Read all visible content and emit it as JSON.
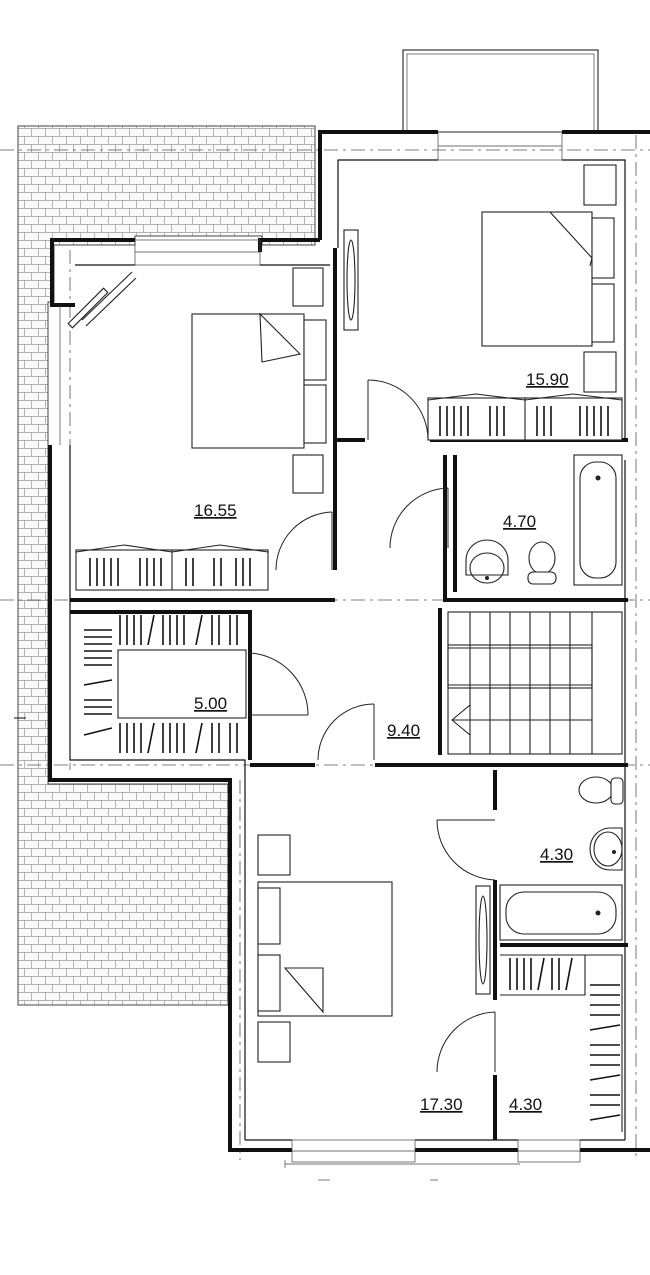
{
  "plan": {
    "rooms": [
      {
        "id": "bedroom-top-left",
        "area": "16.55"
      },
      {
        "id": "bedroom-top-right",
        "area": "15.90"
      },
      {
        "id": "bathroom-top",
        "area": "4.70"
      },
      {
        "id": "walk-in-closet-left",
        "area": "5.00"
      },
      {
        "id": "hallway",
        "area": "9.40"
      },
      {
        "id": "bathroom-mid-right",
        "area": "4.30"
      },
      {
        "id": "bedroom-bottom",
        "area": "17.30"
      },
      {
        "id": "walk-in-closet-bottom",
        "area": "4.30"
      }
    ]
  }
}
